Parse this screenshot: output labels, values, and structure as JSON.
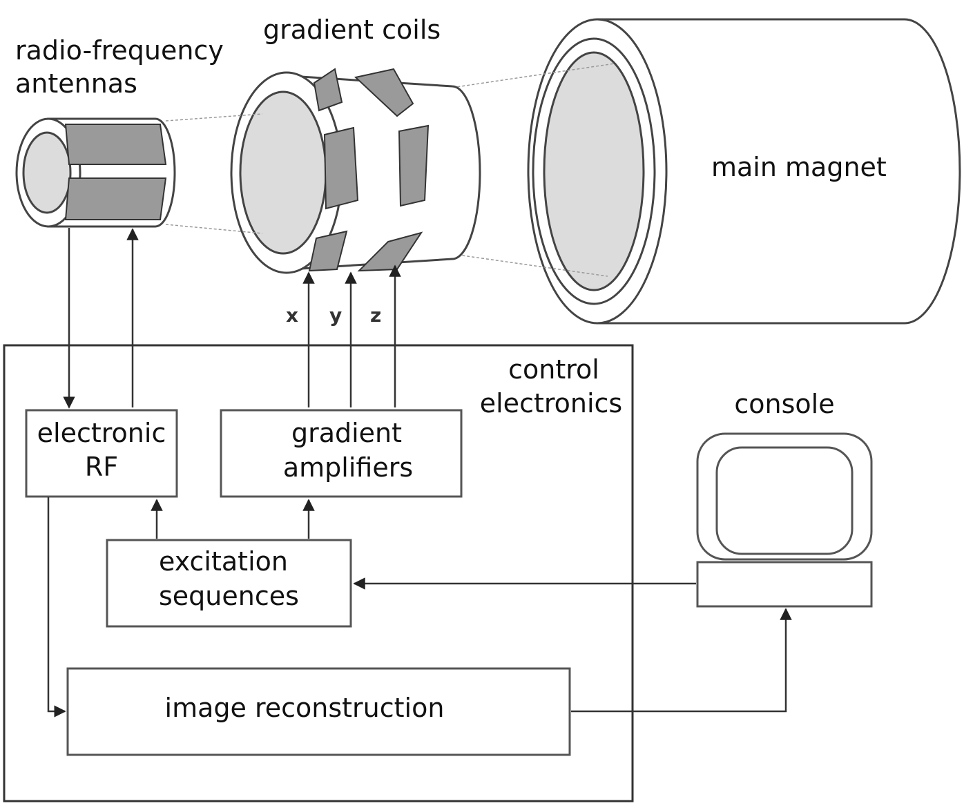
{
  "labels": {
    "rf_antennas_line1": "radio-frequency",
    "rf_antennas_line2": "antennas",
    "gradient_coils": "gradient coils",
    "main_magnet": "main magnet",
    "axis_x": "x",
    "axis_y": "y",
    "axis_z": "z",
    "control_line1": "control",
    "control_line2": "electronics",
    "console": "console",
    "electronic_rf_line1": "electronic",
    "electronic_rf_line2": "RF",
    "gradient_amp_line1": "gradient",
    "gradient_amp_line2": "amplifiers",
    "excitation_line1": "excitation",
    "excitation_line2": "sequences",
    "image_reconstruction": "image reconstruction"
  }
}
